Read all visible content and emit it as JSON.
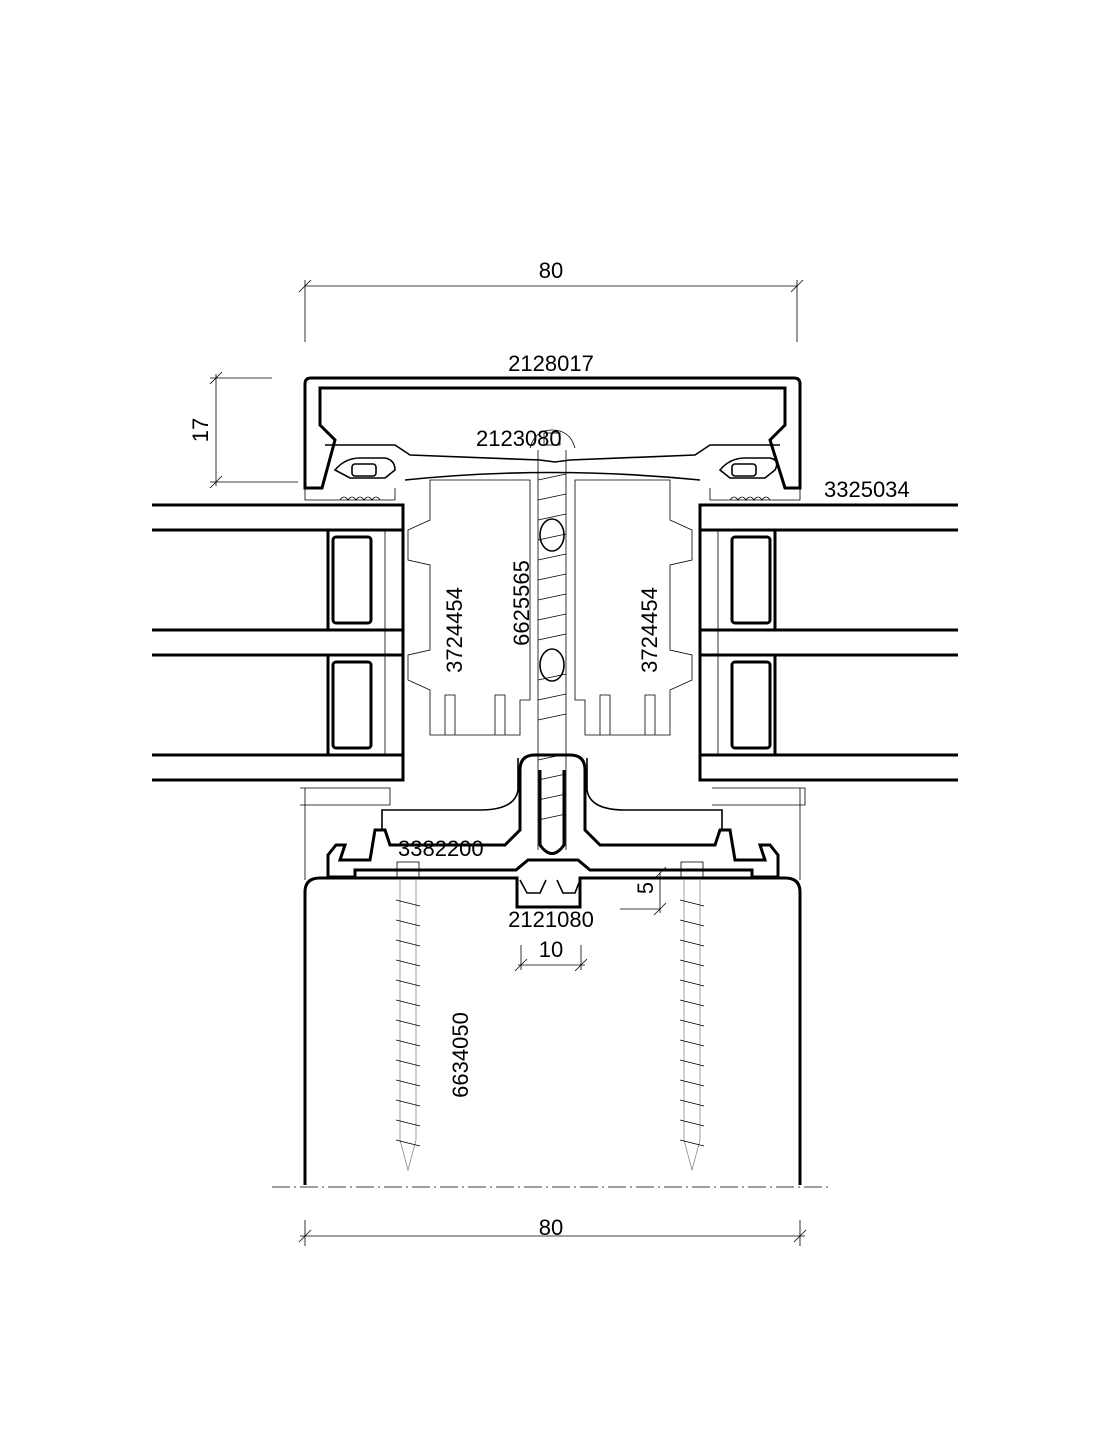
{
  "drawing": {
    "dimensions": {
      "top_width": "80",
      "cap_height": "17",
      "bottom_width": "80",
      "groove_width": "10",
      "groove_depth": "5"
    },
    "part_numbers": {
      "cover_cap": "2128017",
      "cap_screw": "2123080",
      "glazing_gasket": "3325034",
      "threaded_rod": "6625565",
      "insulator_left": "3724454",
      "insulator_right": "3724454",
      "base_profile": "3382200",
      "groove_insert": "2121080",
      "wood_screw": "6634050"
    }
  }
}
